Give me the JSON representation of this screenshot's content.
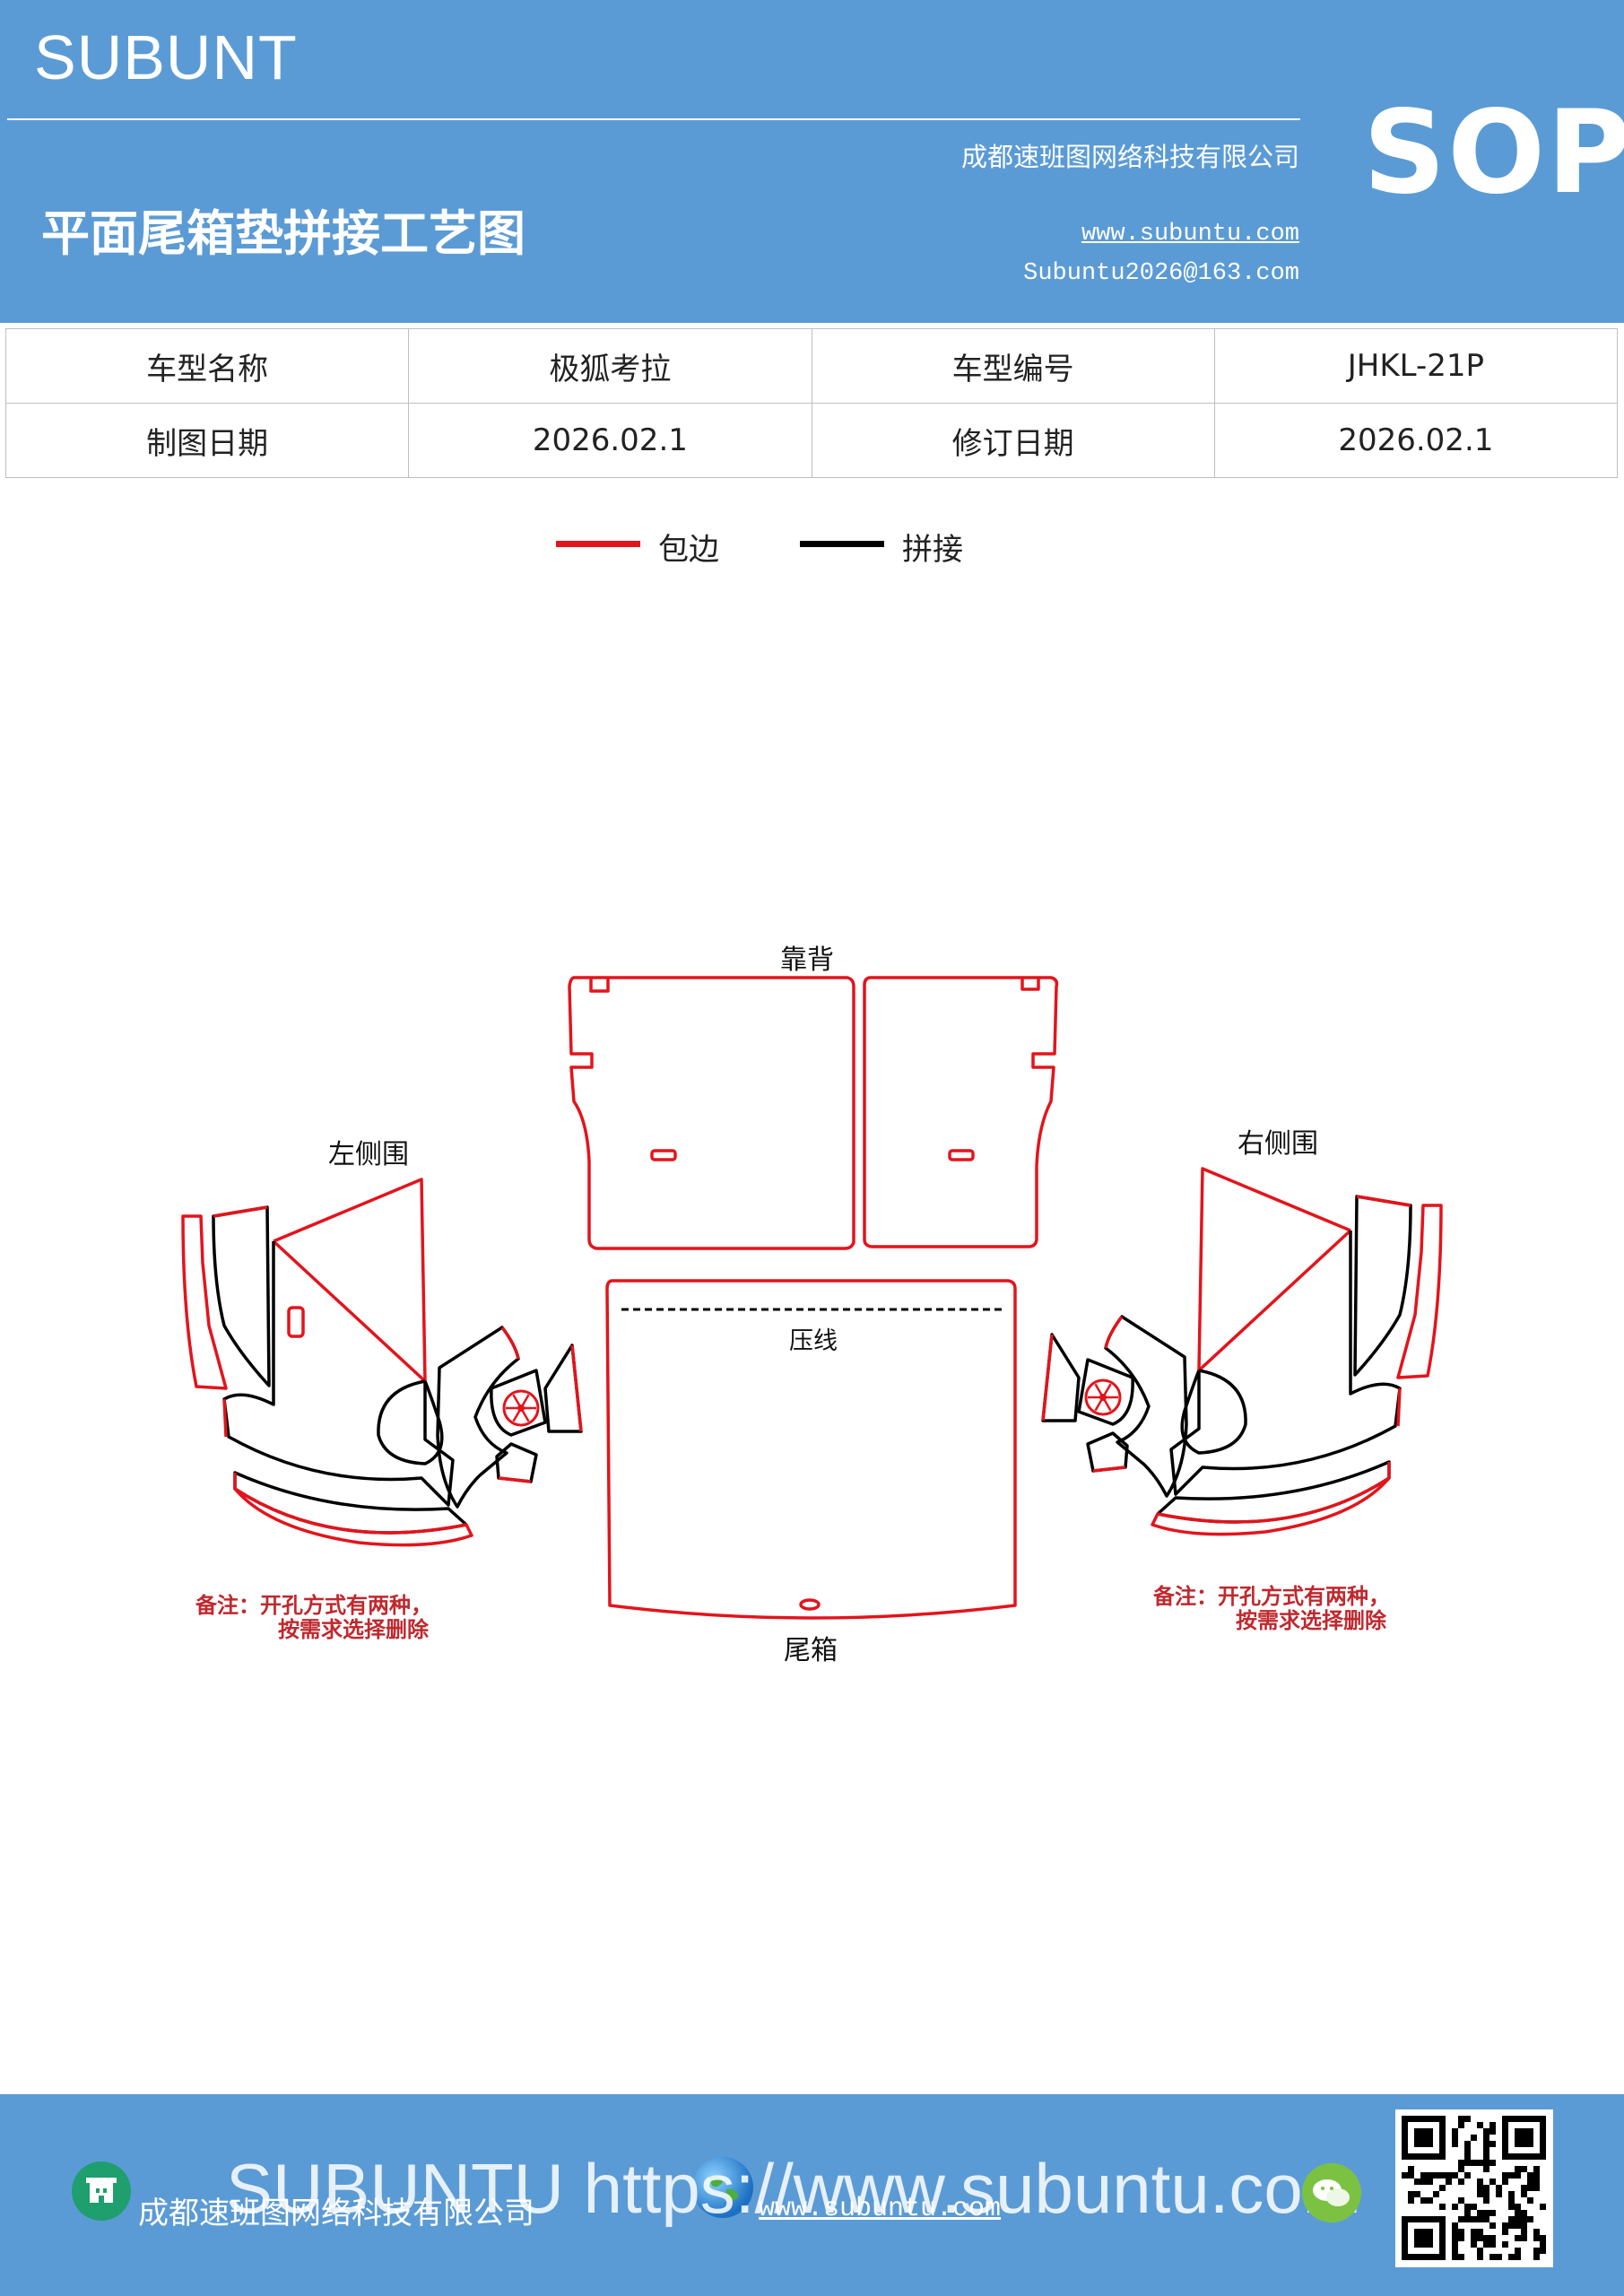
{
  "header": {
    "brand": "SUBUNT",
    "company": "成都速班图网络科技有限公司",
    "title": "平面尾箱垫拼接工艺图",
    "website": "www.subuntu.com",
    "email": "Subuntu2026@163.com",
    "badge": "SOP"
  },
  "info_table": {
    "rows": [
      {
        "label1": "车型名称",
        "value1": "极狐考拉",
        "label2": "车型编号",
        "value2": "JHKL-21P"
      },
      {
        "label1": "制图日期",
        "value1": "2026.02.1",
        "label2": "修订日期",
        "value2": "2026.02.1"
      }
    ]
  },
  "legend": {
    "edge_label": "包边",
    "edge_color": "#e3141c",
    "seam_label": "拼接",
    "seam_color": "#000000"
  },
  "diagram": {
    "backrest_label": "靠背",
    "left_side_label": "左侧围",
    "right_side_label": "右侧围",
    "crease_label": "压线",
    "trunk_label": "尾箱",
    "note_left_line1": "备注：开孔方式有两种，",
    "note_left_line2": "按需求选择删除",
    "note_right_line1": "备注：开孔方式有两种，",
    "note_right_line2": "按需求选择删除"
  },
  "footer": {
    "company": "成都速班图网络科技有限公司",
    "website": "www.subuntu.com",
    "watermark": "SUBUNTU https://www.subuntu.com",
    "icons": [
      "building-icon",
      "globe-icon",
      "wechat-icon",
      "qr-code"
    ]
  }
}
